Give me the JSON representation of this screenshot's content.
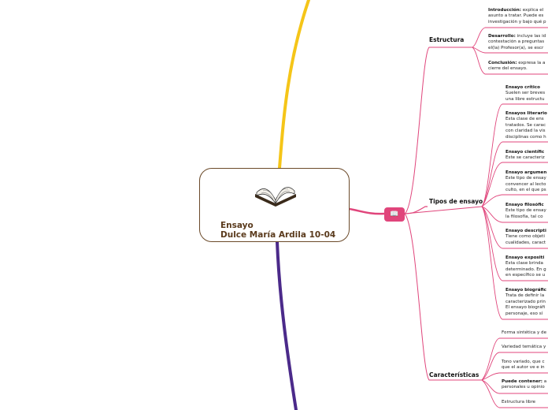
{
  "central": {
    "title": "Ensayo",
    "subtitle": "Dulce María Ardila 10-04",
    "icon": "open-book-icon"
  },
  "badge": {
    "icon": "book-icon",
    "text": "📖"
  },
  "colors": {
    "branch_pink": "#e0457b",
    "branch_yellow": "#f5c518",
    "branch_purple": "#4b2a8a",
    "central_border": "#6b4a2a"
  },
  "estructura": {
    "label": "Estructura",
    "items": [
      {
        "title": "Introducción:",
        "lines": [
          " explica el",
          "asunto a tratar. Puede es",
          "investigación y bajo qué p"
        ]
      },
      {
        "title": "Desarrollo:",
        "lines": [
          " incluye las id",
          "contestación a preguntas",
          "el(la) Profesor(a), se escr"
        ]
      },
      {
        "title": "Conclusión:",
        "lines": [
          " expresa la a",
          "cierre del ensayo."
        ]
      }
    ]
  },
  "tipos": {
    "label": "Tipos de ensayo",
    "items": [
      {
        "title": "Ensayo crítico",
        "lines": [
          "Suelen ser breves",
          "una libre estructu"
        ]
      },
      {
        "title": "Ensayos literario",
        "lines": [
          "Esta clase de ens",
          "tratados. Se carac",
          "con claridad la vis",
          "disciplinas como h"
        ]
      },
      {
        "title": "Ensayo científic",
        "lines": [
          "Este se caracteriz"
        ]
      },
      {
        "title": "Ensayo argumen",
        "lines": [
          "Este tipo de ensay",
          "convencer al lecto",
          "culto, en el que ps"
        ]
      },
      {
        "title": "Ensayo filosófic",
        "lines": [
          "Este tipo de ensay",
          "la filosofía, tal co"
        ]
      },
      {
        "title": "Ensayo descripti",
        "lines": [
          "Tiene como objeti",
          "cualidades, caract"
        ]
      },
      {
        "title": "Ensayo expositi",
        "lines": [
          "Esta clase brinda",
          "determinado. En g",
          "en específico se u"
        ]
      },
      {
        "title": "Ensayo biográfic",
        "lines": [
          "Trata de definir la",
          "caracterizado prin",
          "El ensayo biográfi",
          "personaje, eso sí"
        ]
      }
    ]
  },
  "caracteristicas": {
    "label": "Características",
    "items": [
      {
        "title": "",
        "lines": [
          "Forma sintética y de"
        ]
      },
      {
        "title": "",
        "lines": [
          "Variedad temática y"
        ]
      },
      {
        "title": "",
        "lines": [
          "Tono variado, que c",
          "que el autor ve e in"
        ]
      },
      {
        "title": "Puede contener:",
        "lines": [
          " a",
          "personales u opinio"
        ]
      },
      {
        "title": "",
        "lines": [
          "Estructura libre"
        ]
      }
    ]
  }
}
